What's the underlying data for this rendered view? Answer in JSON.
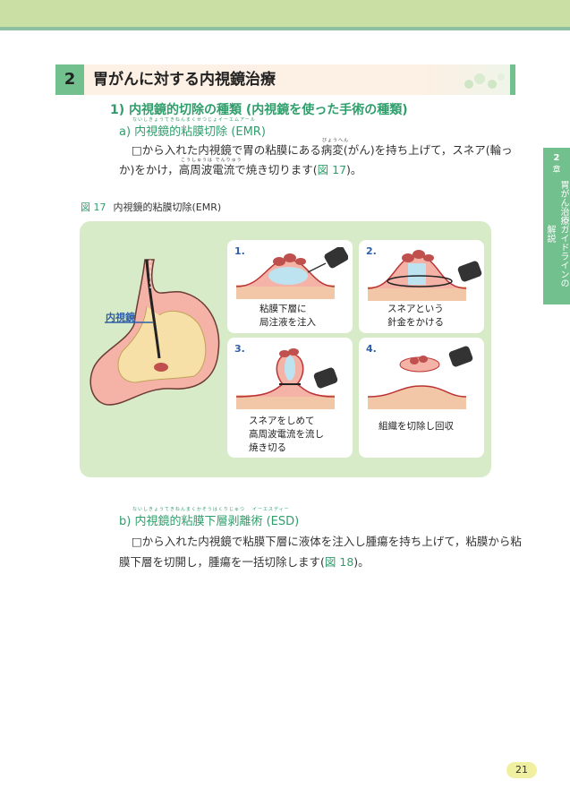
{
  "section": {
    "number": "2",
    "title": "胃がんに対する内視鏡治療"
  },
  "subsection": {
    "title": "1) 内視鏡的切除の種類 (内視鏡を使った手術の種類)"
  },
  "item_a": {
    "title": "a) 内視鏡的粘膜切除 (EMR)",
    "ruby_main": "ないしきょうてきねんまくせつじょ",
    "ruby_abbr": "イーエムアール",
    "ruby_byohen": "びょうへん",
    "ruby_koshuha": "こうしゅうは でんりゅう",
    "line1": "□から入れた内視鏡で胃の粘膜にある病変(がん)を持ち上げて，スネア(輪っ",
    "line2_pre": "か)をかけ，高周波電流で焼き切ります(",
    "line2_ref": "図 17",
    "line2_post": ")。"
  },
  "side_tab": {
    "number": "2",
    "chapter": "章",
    "text": "胃がん治療ガイドラインの解説"
  },
  "figure": {
    "number": "図 17",
    "caption": "内視鏡的粘膜切除(EMR)",
    "endoscope_label": "内視鏡",
    "panels": [
      {
        "num": "1.",
        "caption": "粘膜下層に\n局注液を注入"
      },
      {
        "num": "2.",
        "caption": "スネアという\n針金をかける"
      },
      {
        "num": "3.",
        "caption": "スネアをしめて\n高周波電流を流し\n焼き切る"
      },
      {
        "num": "4.",
        "caption": "組織を切除し回収"
      }
    ]
  },
  "item_b": {
    "title": "b) 内視鏡的粘膜下層剥離術 (ESD)",
    "ruby_main": "ないしきょうてきねんまくかそうはくりじゅつ",
    "ruby_abbr": "イーエスディー",
    "line1": "□から入れた内視鏡で粘膜下層に液体を注入し腫瘍を持ち上げて，粘膜から粘",
    "line2_pre": "膜下層を切開し，腫瘍を一括切除します(",
    "line2_ref": "図 18",
    "line2_post": ")。"
  },
  "page_number": "21",
  "colors": {
    "accent_green": "#72c08e",
    "text_green": "#2f9e6b",
    "figure_bg": "#d8ebc9",
    "panel_label_blue": "#2f5fa8"
  }
}
